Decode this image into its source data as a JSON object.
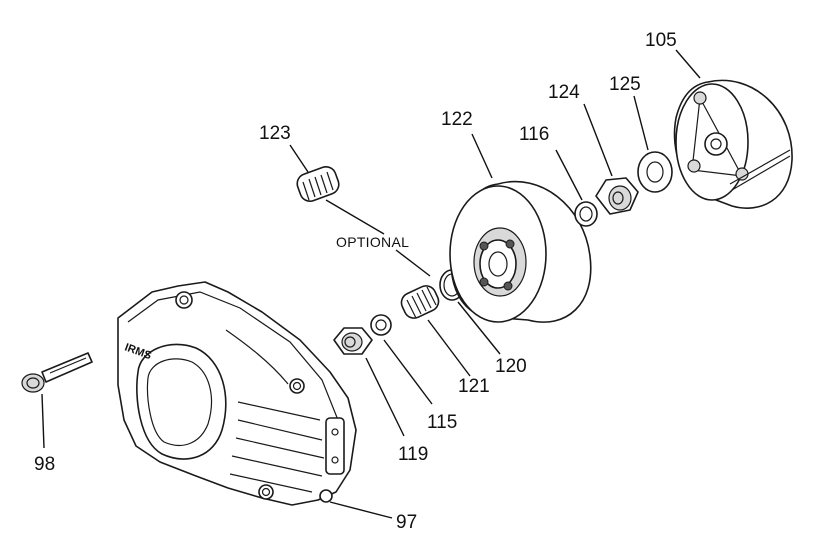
{
  "labels": {
    "p98": "98",
    "p97": "97",
    "p119": "119",
    "p115": "115",
    "p121": "121",
    "p120": "120",
    "p123": "123",
    "p122": "122",
    "p116": "116",
    "p124": "124",
    "p125": "125",
    "p105": "105",
    "optional": "OPTIONAL",
    "brand": "IRMS"
  }
}
